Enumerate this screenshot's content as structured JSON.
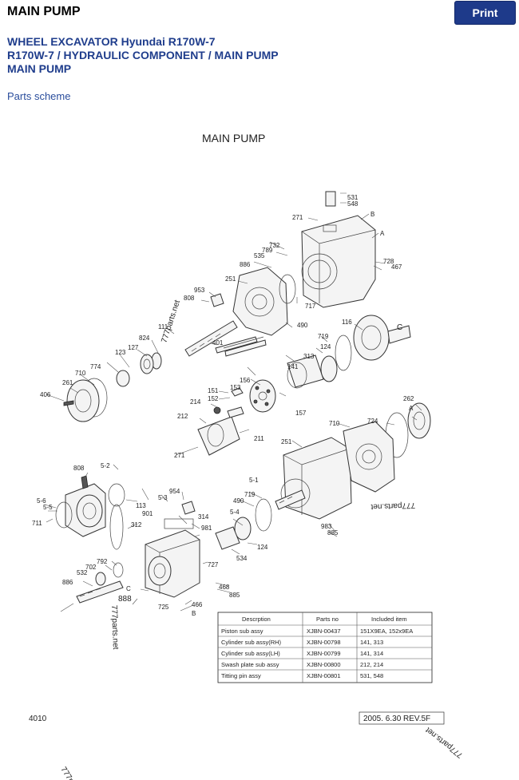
{
  "header": {
    "title": "MAIN PUMP",
    "print_label": "Print"
  },
  "breadcrumbs": [
    "WHEEL EXCAVATOR Hyundai R170W-7",
    "R170W-7 / HYDRAULIC COMPONENT / MAIN PUMP",
    "MAIN PUMP"
  ],
  "scheme_link": "Parts scheme",
  "diagram": {
    "title": "MAIN PUMP",
    "page_number": "4010",
    "revision": "2005. 6.30  REV.5F",
    "watermark": "777parts.net",
    "callouts": [
      "531",
      "548",
      "271",
      "B",
      "A",
      "732",
      "789",
      "535",
      "886",
      "728",
      "467",
      "251",
      "717",
      "953",
      "808",
      "490",
      "116",
      "C",
      "111",
      "719",
      "824",
      "401",
      "124",
      "127",
      "313",
      "123",
      "141",
      "774",
      "156",
      "153",
      "710",
      "157",
      "261",
      "151",
      "152",
      "214",
      "406",
      "212",
      "211",
      "262",
      "A",
      "271",
      "251",
      "710",
      "724",
      "5-1",
      "5-2",
      "808",
      "954",
      "5-3",
      "5-6",
      "5-5",
      "113",
      "719",
      "490",
      "901",
      "314",
      "5-4",
      "711",
      "312",
      "981",
      "983",
      "885",
      "124",
      "534",
      "792",
      "702",
      "532",
      "886",
      "727",
      "468",
      "885",
      "C",
      "888",
      "725",
      "466",
      "B"
    ],
    "table": {
      "headers": [
        "Descrption",
        "Parts no",
        "Included item"
      ],
      "rows": [
        [
          "Piston sub assy",
          "XJBN-00437",
          "151X9EA, 152x9EA"
        ],
        [
          "Cylinder sub assy(RH)",
          "XJBN-00798",
          "141, 313"
        ],
        [
          "Cylinder sub assy(LH)",
          "XJBN-00799",
          "141, 314"
        ],
        [
          "Swash plate sub assy",
          "XJBN-00800",
          "212, 214"
        ],
        [
          "Titting pin assy",
          "XJBN-00801",
          "531, 548"
        ]
      ]
    }
  }
}
